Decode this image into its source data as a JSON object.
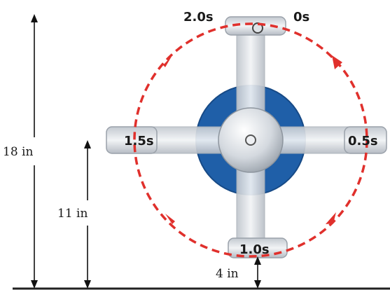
{
  "dimensions": {
    "total_height": "18 in",
    "hub_height": "11 in",
    "ground_clearance": "4 in"
  },
  "time_labels": {
    "top_left": "2.0s",
    "top_right": "0s",
    "right": "0.5s",
    "bottom": "1.0s",
    "left": "1.5s"
  },
  "colors": {
    "rotation_path": "#e0302c",
    "disk": "#1f5fa8",
    "arm": "#d8dce2",
    "ground": "#222222"
  }
}
